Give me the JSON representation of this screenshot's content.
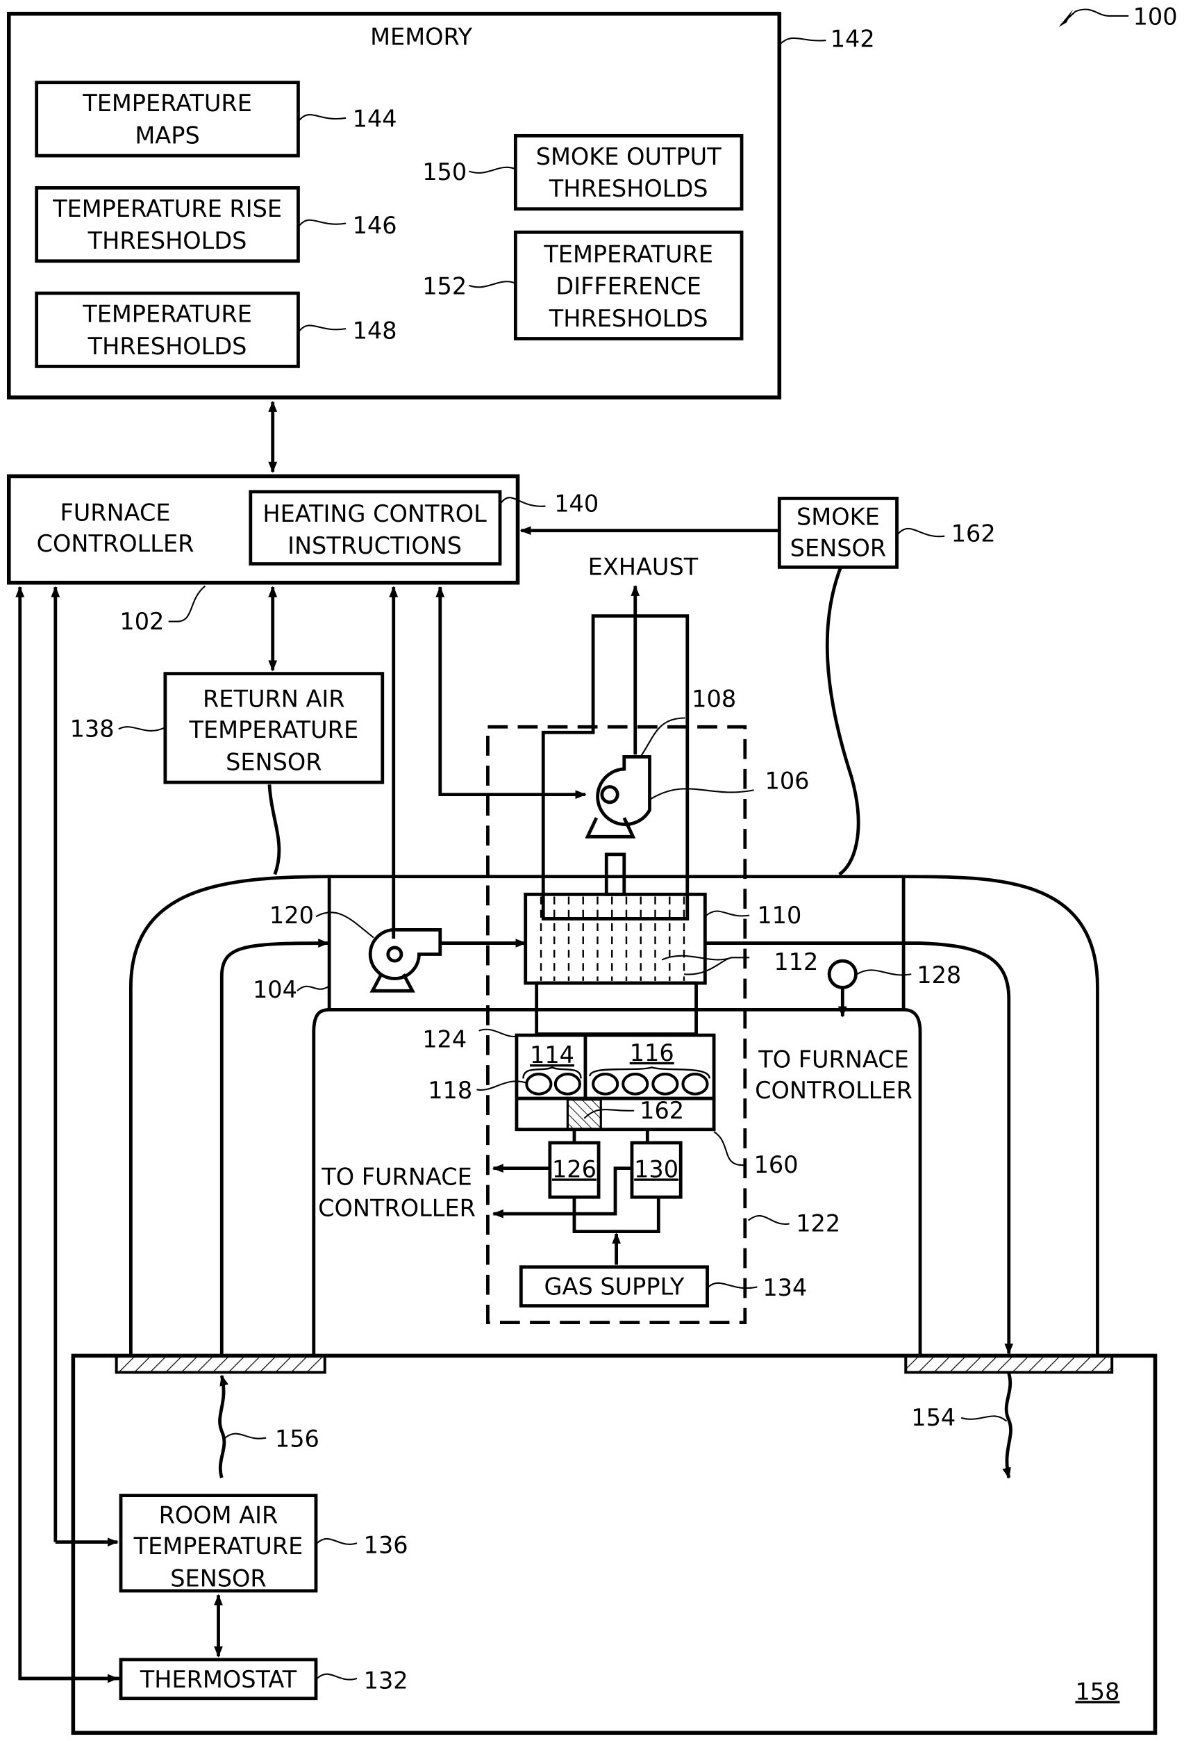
{
  "figure": {
    "number": "100",
    "memory": {
      "title": "MEMORY",
      "ref": "142",
      "items": [
        {
          "lines": [
            "TEMPERATURE",
            "MAPS"
          ],
          "ref": "144"
        },
        {
          "lines": [
            "TEMPERATURE RISE",
            "THRESHOLDS"
          ],
          "ref": "146"
        },
        {
          "lines": [
            "TEMPERATURE",
            "THRESHOLDS"
          ],
          "ref": "148"
        },
        {
          "lines": [
            "SMOKE OUTPUT",
            "THRESHOLDS"
          ],
          "ref": "150"
        },
        {
          "lines": [
            "TEMPERATURE",
            "DIFFERENCE",
            "THRESHOLDS"
          ],
          "ref": "152"
        }
      ]
    },
    "furnace_controller": {
      "lines": [
        "FURNACE",
        "CONTROLLER"
      ],
      "ref": "102"
    },
    "heating_control": {
      "lines": [
        "HEATING CONTROL",
        "INSTRUCTIONS"
      ],
      "ref": "140"
    },
    "smoke_sensor": {
      "lines": [
        "SMOKE",
        "SENSOR"
      ],
      "ref": "162"
    },
    "return_air_sensor": {
      "lines": [
        "RETURN AIR",
        "TEMPERATURE",
        "SENSOR"
      ],
      "ref": "138"
    },
    "exhaust_label": "EXHAUST",
    "inducer": {
      "fan_ref": "106",
      "outlet_ref": "108"
    },
    "heat_exchanger": {
      "ref": "110",
      "tubes_ref": "112"
    },
    "circulating_fan_ref": "120",
    "cabinet_ref": "104",
    "supply_sensor_ref": "128",
    "to_controller_right": [
      "TO FURNACE",
      "CONTROLLER"
    ],
    "to_controller_left": [
      "TO FURNACE",
      "CONTROLLER"
    ],
    "burner_assembly": {
      "ref": "124",
      "first_stage": "114",
      "second_stage": "116",
      "burners_ref": "118",
      "sensor_ref": "162",
      "manifold_ref": "160"
    },
    "valves": {
      "v1": "126",
      "v2": "130"
    },
    "gas_supply": {
      "label": "GAS SUPPLY",
      "ref": "134"
    },
    "enclosure_ref": "122",
    "return_air_ref": "156",
    "supply_air_ref": "154",
    "room_air_sensor": {
      "lines": [
        "ROOM AIR",
        "TEMPERATURE",
        "SENSOR"
      ],
      "ref": "136"
    },
    "thermostat": {
      "label": "THERMOSTAT",
      "ref": "132"
    },
    "room_ref": "158"
  }
}
